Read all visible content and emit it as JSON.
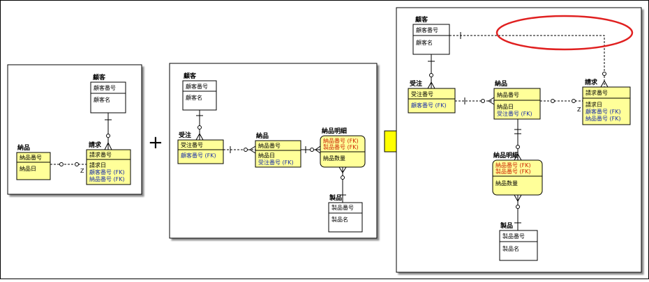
{
  "panels": {
    "p1": {
      "customer": {
        "title": "顧客",
        "pk": [
          "顧客番号"
        ],
        "attrs": [
          "顧客名"
        ]
      },
      "invoice": {
        "title": "請求",
        "pk": [
          "請求番号"
        ],
        "attrs": [
          "請求日"
        ],
        "fk": [
          "顧客番号 (FK)",
          "納品番号 (FK)"
        ]
      },
      "delivery": {
        "title": "納品",
        "pk": [
          "納品番号"
        ],
        "attrs": [
          "納品日"
        ]
      },
      "z_label": "Z"
    },
    "plus": "+",
    "p2": {
      "customer": {
        "title": "顧客",
        "pk": [
          "顧客番号"
        ],
        "attrs": [
          "顧客名"
        ]
      },
      "order": {
        "title": "受注",
        "pk": [
          "受注番号"
        ],
        "fk": [
          "顧客番号 (FK)"
        ]
      },
      "delivery": {
        "title": "納品",
        "pk": [
          "納品番号"
        ],
        "attrs": [
          "納品日"
        ],
        "fk": [
          "受注番号 (FK)"
        ]
      },
      "detail": {
        "title": "納品明細",
        "pk_fk": [
          "納品番号 (FK)",
          "製品番号 (FK)"
        ],
        "attrs": [
          "納品数量"
        ]
      },
      "product": {
        "title": "製品",
        "pk": [
          "製品番号"
        ],
        "attrs": [
          "製品名"
        ]
      }
    },
    "p3": {
      "customer": {
        "title": "顧客",
        "pk": [
          "顧客番号"
        ],
        "attrs": [
          "顧客名"
        ]
      },
      "order": {
        "title": "受注",
        "pk": [
          "受注番号"
        ],
        "fk": [
          "顧客番号 (FK)"
        ]
      },
      "delivery": {
        "title": "納品",
        "pk": [
          "納品番号"
        ],
        "attrs": [
          "納品日"
        ],
        "fk": [
          "受注番号 (FK)"
        ]
      },
      "invoice": {
        "title": "請求",
        "pk": [
          "請求番号"
        ],
        "attrs": [
          "請求日"
        ],
        "fk": [
          "顧客番号 (FK)",
          "納品番号 (FK)"
        ]
      },
      "detail": {
        "title": "納品明細",
        "pk_fk": [
          "納品番号 (FK)",
          "製品番号 (FK)"
        ],
        "attrs": [
          "納品数量"
        ]
      },
      "product": {
        "title": "製品",
        "pk": [
          "製品番号"
        ],
        "attrs": [
          "製品名"
        ]
      },
      "z_label": "Z"
    }
  },
  "colors": {
    "entity_fill": "#ffff99",
    "white_fill": "#ffffff",
    "fk_text": "#1a2ea8",
    "pkfk_text": "#cc2200",
    "highlight": "#e02020",
    "arrow_fill": "#ffff00"
  }
}
